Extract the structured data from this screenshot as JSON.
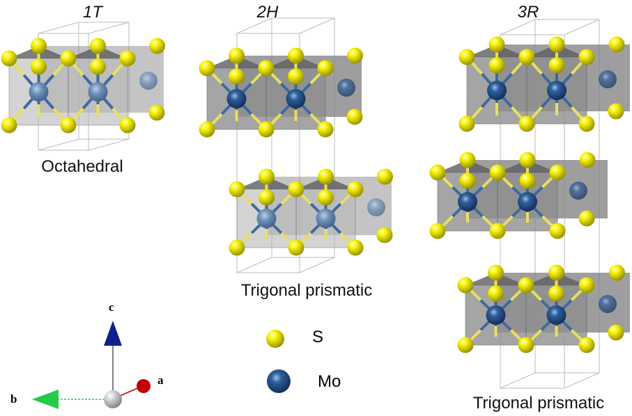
{
  "phases": [
    {
      "title": "1T",
      "structure": "Octahedral"
    },
    {
      "title": "2H",
      "structure": "Trigonal prismatic"
    },
    {
      "title": "3R",
      "structure": "Trigonal prismatic"
    }
  ],
  "legend": {
    "s_label": "S",
    "mo_label": "Mo"
  },
  "axes": {
    "a": "a",
    "b": "b",
    "c": "c"
  },
  "colors": {
    "sulfur": "#f2ee00",
    "molybdenum": "#2f5f9a",
    "polyhedron": "#8a8a8a",
    "axis_a": "#c00000",
    "axis_b": "#22cc44",
    "axis_c": "#10208a"
  }
}
